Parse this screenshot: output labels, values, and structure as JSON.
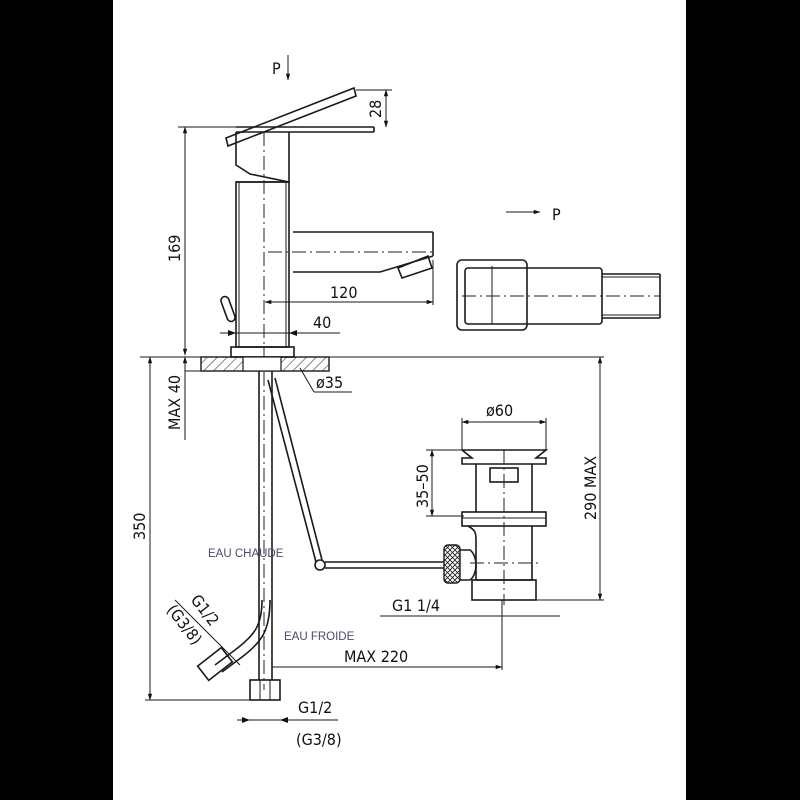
{
  "drawing": {
    "title": "Bidet mixer technical drawing",
    "background": "#ffffff",
    "border_color": "#000000",
    "line_color": "#1a1a1a",
    "label_color": "#4a4a6a"
  },
  "views": {
    "side_view": {
      "pressure_marker": "P",
      "dimensions": {
        "lever_height": "28",
        "body_height": "169",
        "spout_reach": "120",
        "body_width": "40",
        "base_diameter": "ø35",
        "max_deck_thickness": "MAX  40",
        "tail_length": "350"
      }
    },
    "top_view": {
      "pressure_marker": "P",
      "arrow": "→"
    },
    "waste_view": {
      "dimensions": {
        "plug_diameter": "ø60",
        "adjust_range": "35–50",
        "max_height": "290 MAX",
        "thread": "G1  1/4"
      }
    },
    "connections": {
      "hot_label": "EAU CHAUDE",
      "cold_label": "EAU FROIDE",
      "hot_thread": "G1/2",
      "hot_thread_alt": "(G3/8)",
      "cold_thread": "G1/2",
      "cold_thread_alt": "(G3/8)",
      "pull_rod_reach": "MAX 220"
    }
  }
}
